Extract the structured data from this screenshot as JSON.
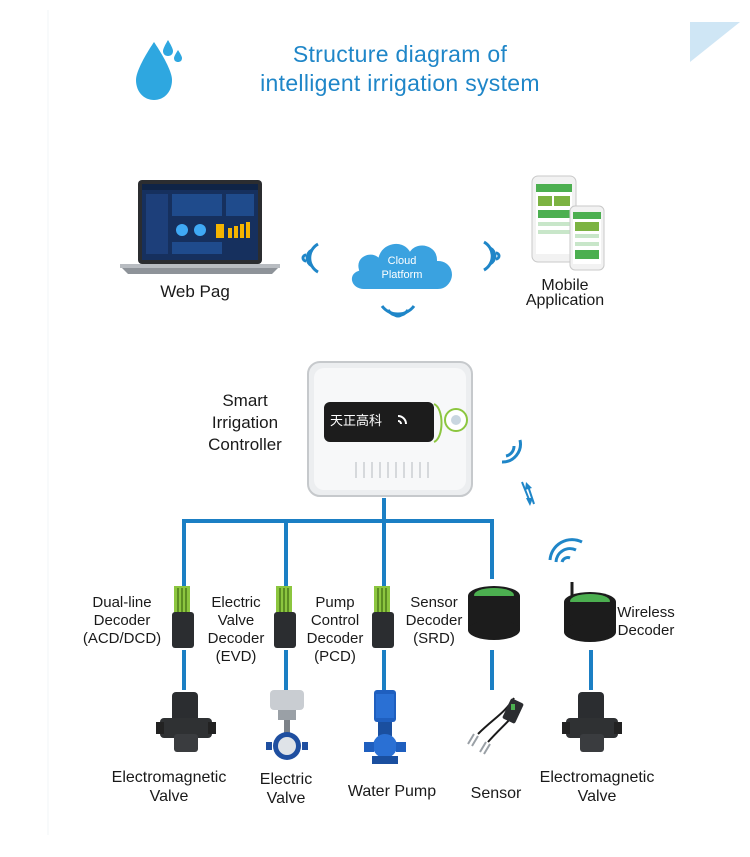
{
  "title": {
    "line1": "Structure diagram of",
    "line2": "intelligent irrigation system"
  },
  "top": {
    "web_label": "Web Pag",
    "cloud_line1": "Cloud",
    "cloud_line2": "Platform",
    "mobile_line1": "Mobile",
    "mobile_line2": "Application"
  },
  "controller": {
    "line1": "Smart",
    "line2": "Irrigation",
    "line3": "Controller",
    "brand": "天正高科"
  },
  "decoders": [
    {
      "line1": "Dual-line",
      "line2": "Decoder",
      "line3": "(ACD/DCD)"
    },
    {
      "line1": "Electric",
      "line2": "Valve",
      "line3": "Decoder",
      "line4": "(EVD)"
    },
    {
      "line1": "Pump",
      "line2": "Control",
      "line3": "Decoder",
      "line4": "(PCD)"
    },
    {
      "line1": "Sensor",
      "line2": "Decoder",
      "line3": "(SRD)"
    },
    {
      "line1": "Wireless",
      "line2": "Decoder"
    }
  ],
  "devices": [
    {
      "line1": "Electromagnetic",
      "line2": "Valve"
    },
    {
      "line1": "Electric",
      "line2": "Valve"
    },
    {
      "line1": "Water Pump"
    },
    {
      "line1": "Sensor"
    },
    {
      "line1": "Electromagnetic",
      "line2": "Valve"
    }
  ],
  "colors": {
    "accent": "#1f86c8",
    "line": "#1b7fc4",
    "drop": "#2ea7e0",
    "decoder_green": "#8cc63f",
    "cloud": "#3aa2e0"
  }
}
